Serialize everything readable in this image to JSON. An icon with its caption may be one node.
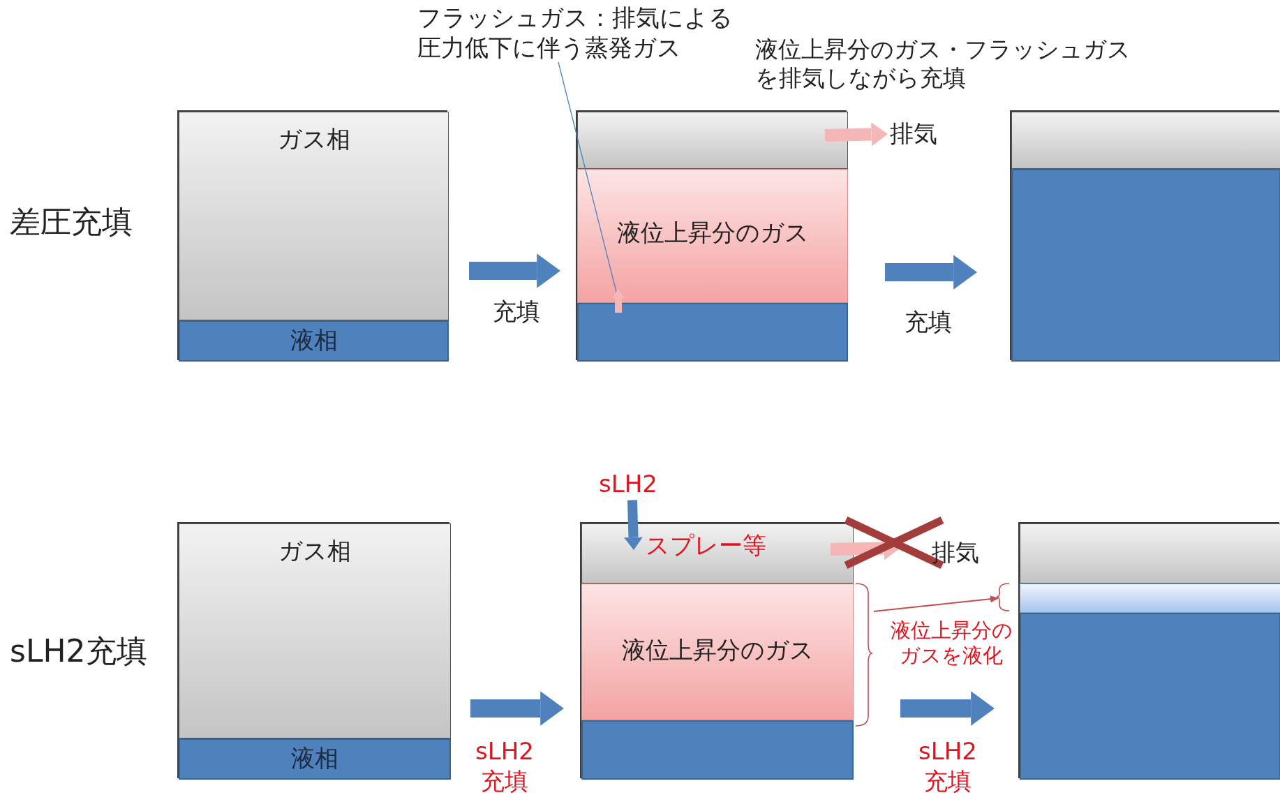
{
  "diagram": {
    "nodes": [
      {
        "text": [],
        "shape": "box"
      },
      {
        "text": [
          "ガス相"
        ],
        "in": 0
      },
      {
        "text": [
          "液相"
        ],
        "in": 0
      },
      {
        "text": [],
        "shape": "box"
      },
      {
        "text": [],
        "shape": "box",
        "in": 3
      },
      {
        "text": [
          "液位上昇分のガス"
        ],
        "in": 3
      },
      {
        "text": [],
        "shape": "box",
        "in": 3
      },
      {
        "text": [],
        "shape": "box"
      },
      {
        "text": [],
        "shape": "box",
        "in": 7
      },
      {
        "text": [],
        "shape": "box",
        "in": 7
      },
      {
        "text": [
          "フラッシュガス：排気による圧力低下に伴う蒸発ガス"
        ]
      },
      {
        "text": [
          "排気"
        ]
      },
      {
        "text": [],
        "shape": "box"
      },
      {
        "text": [
          "ガス相"
        ],
        "in": 12
      },
      {
        "text": [
          "液相"
        ],
        "in": 12
      },
      {
        "text": [],
        "shape": "box"
      },
      {
        "text": [],
        "shape": "box",
        "in": 15
      },
      {
        "text": [
          "液位上昇分のガス"
        ],
        "in": 15
      },
      {
        "text": [],
        "shape": "box",
        "in": 15
      },
      {
        "text": [],
        "shape": "box"
      },
      {
        "text": [],
        "shape": "box",
        "in": 19
      },
      {
        "text": [],
        "shape": "box",
        "in": 19
      },
      {
        "text": [],
        "shape": "box",
        "in": 19
      },
      {
        "text": [
          "sLH2"
        ]
      },
      {
        "text": [
          "排気"
        ]
      }
    ],
    "edges": [
      {
        "from": 0,
        "to": 3,
        "arrow": "to",
        "label": "充填"
      },
      {
        "from": 3,
        "to": 7,
        "arrow": "to",
        "label": "充填"
      },
      {
        "from": 6,
        "to": 5,
        "arrow": "to",
        "color": "#f4b6b6"
      },
      {
        "from": 4,
        "to": 11,
        "arrow": "to",
        "color": "#f4b6b6"
      },
      {
        "from": 10,
        "to": 5,
        "arrow": "none"
      },
      {
        "from": 12,
        "to": 15,
        "arrow": "to",
        "label": "sLH2 充填"
      },
      {
        "from": 15,
        "to": 19,
        "arrow": "to",
        "label": "sLH2 充填"
      },
      {
        "from": 23,
        "to": 16,
        "arrow": "to"
      },
      {
        "from": 16,
        "to": 24,
        "arrow": "to",
        "color": "#f4b6b6"
      },
      {
        "from": 17,
        "to": 21,
        "arrow": "to",
        "label": "液位上昇分のガスを液化",
        "color": "#c0504d"
      }
    ],
    "labels": [
      "液位上昇分のガス・フラッシュガスを排気しながら充填",
      "差圧充填",
      "スプレー等",
      "sLH2充填"
    ]
  }
}
